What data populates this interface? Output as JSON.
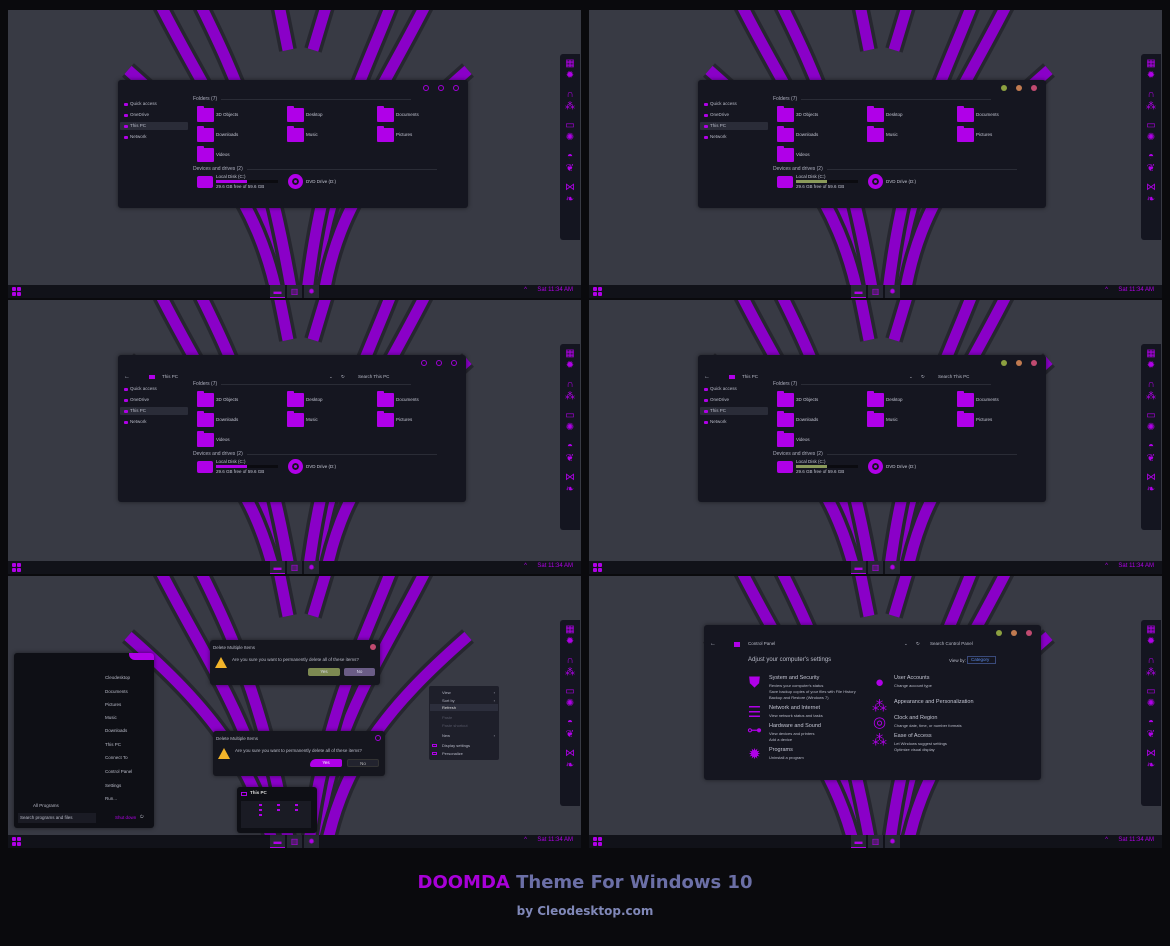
{
  "taskbar": {
    "clock": "Sat 11:34 AM",
    "tray_caret": "^",
    "buttons": [
      "folder-icon",
      "apps-icon",
      "gear-icon"
    ]
  },
  "dock": {
    "icons": [
      "calendar-icon",
      "gear-icon",
      "headphones-icon",
      "share-icon",
      "monitor-icon",
      "sun-icon",
      "gamepad-icon",
      "paw-icon",
      "butterfly-icon",
      "feather-icon"
    ]
  },
  "explorer": {
    "sidebar": [
      "Quick access",
      "OneDrive",
      "This PC",
      "Network"
    ],
    "folders_header": "Folders (7)",
    "folders": [
      "3D Objects",
      "Desktop",
      "Documents",
      "Downloads",
      "Music",
      "Pictures",
      "Videos"
    ],
    "devices_header": "Devices and drives (2)",
    "drives": [
      {
        "name": "Local Disk (C:)",
        "free": "29.6 GB free of 59.6 GB",
        "used_fraction": 0.5
      },
      {
        "name": "DVD Drive (D:)"
      }
    ],
    "address": "This PC",
    "search_placeholder": "Search This PC"
  },
  "start_menu": {
    "items": [
      "Cleodesktop",
      "Documents",
      "Pictures",
      "Music",
      "Downloads",
      "This PC",
      "Connect To",
      "Control Panel",
      "Settings",
      "Run..."
    ],
    "all_programs": "All Programs",
    "search_placeholder": "Search programs and files",
    "shutdown": "Shut down"
  },
  "dialog": {
    "title": "Delete Multiple Items",
    "message": "Are you sure you want to permanently delete all of these items?",
    "yes": "Yes",
    "no": "No"
  },
  "context_menu": {
    "items": [
      {
        "label": "View",
        "submenu": true
      },
      {
        "label": "Sort by",
        "submenu": true
      },
      {
        "label": "Refresh",
        "highlighted": true
      },
      {
        "label": "Paste",
        "disabled": true
      },
      {
        "label": "Paste shortcut",
        "disabled": true
      },
      {
        "label": "New",
        "submenu": true
      },
      {
        "label": "Display settings",
        "icon": "monitor-icon"
      },
      {
        "label": "Personalize",
        "icon": "personalize-icon"
      }
    ]
  },
  "thumbnail": {
    "title": "This PC"
  },
  "control_panel": {
    "address": "Control Panel",
    "search_placeholder": "Search Control Panel",
    "heading": "Adjust your computer's settings",
    "view_by_label": "View by:",
    "view_by_value": "Category",
    "categories": [
      {
        "title": "System and Security",
        "links": [
          "Review your computer's status",
          "Save backup copies of your files with File History",
          "Backup and Restore (Windows 7)"
        ],
        "icon": "shield-icon"
      },
      {
        "title": "Network and Internet",
        "links": [
          "View network status and tasks"
        ],
        "icon": "network-icon"
      },
      {
        "title": "Hardware and Sound",
        "links": [
          "View devices and printers",
          "Add a device"
        ],
        "icon": "toggle-icon"
      },
      {
        "title": "Programs",
        "links": [
          "Uninstall a program"
        ],
        "icon": "gear-icon"
      },
      {
        "title": "User Accounts",
        "links": [
          "Change account type"
        ],
        "icon": "user-icon"
      },
      {
        "title": "Appearance and Personalization",
        "links": [],
        "icon": "share-icon"
      },
      {
        "title": "Clock and Region",
        "links": [
          "Change date, time, or number formats"
        ],
        "icon": "globe-icon"
      },
      {
        "title": "Ease of Access",
        "links": [
          "Let Windows suggest settings",
          "Optimize visual display"
        ],
        "icon": "share-icon"
      }
    ]
  },
  "footer": {
    "brand": "DOOMDA",
    "title": "Theme For Windows 10",
    "byline": "by Cleodesktop.com"
  },
  "colors": {
    "accent": "#b000e8",
    "desktop": "#383a44",
    "window": "#151620",
    "taskbar": "#111219",
    "drive_bar_alt": "#8a9a5a",
    "title_text": "#6b6fa6",
    "warning": "#f2b42a"
  }
}
